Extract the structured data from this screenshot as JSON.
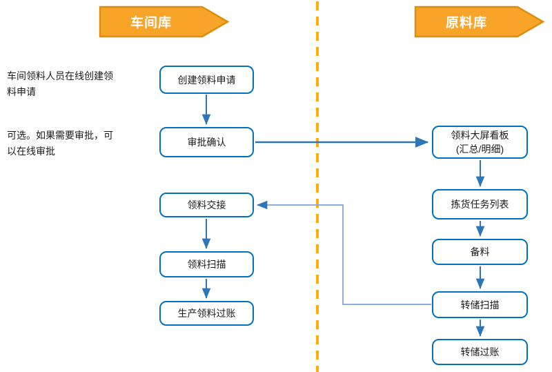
{
  "banners": {
    "workshop": {
      "label": "车间库"
    },
    "raw": {
      "label": "原料库"
    }
  },
  "annotations": {
    "create_note": "车间领料人员在线创建领料申请",
    "approval_note": "可选。如果需要审批，可以在线审批"
  },
  "lanes": {
    "workshop": {
      "nodes": [
        {
          "label": "创建领料申请"
        },
        {
          "label": "审批确认"
        },
        {
          "label": "领料交接"
        },
        {
          "label": "领料扫描"
        },
        {
          "label": "生产领料过账"
        }
      ]
    },
    "raw": {
      "nodes": [
        {
          "label": "领料大屏看板",
          "sublabel": "(汇总/明细)"
        },
        {
          "label": "拣货任务列表"
        },
        {
          "label": "备料"
        },
        {
          "label": "转储扫描"
        },
        {
          "label": "转储过账"
        }
      ]
    }
  },
  "edges": [
    {
      "from": "创建领料申请",
      "to": "审批确认"
    },
    {
      "from": "审批确认",
      "to": "领料大屏看板"
    },
    {
      "from": "领料大屏看板",
      "to": "拣货任务列表"
    },
    {
      "from": "拣货任务列表",
      "to": "备料"
    },
    {
      "from": "备料",
      "to": "转储扫描"
    },
    {
      "from": "转储扫描",
      "to": "转储过账"
    },
    {
      "from": "转储扫描",
      "to": "领料交接"
    },
    {
      "from": "领料交接",
      "to": "领料扫描"
    },
    {
      "from": "领料扫描",
      "to": "生产领料过账"
    }
  ],
  "colors": {
    "banner_fill": "#F7A428",
    "banner_border": "#DB8E0F",
    "node_border": "#0070C0",
    "arrow": "#2E75B6",
    "return_connector": "#8FAFDC",
    "divider_dash": "#FFAD0D",
    "text": "#1A1A1A"
  }
}
